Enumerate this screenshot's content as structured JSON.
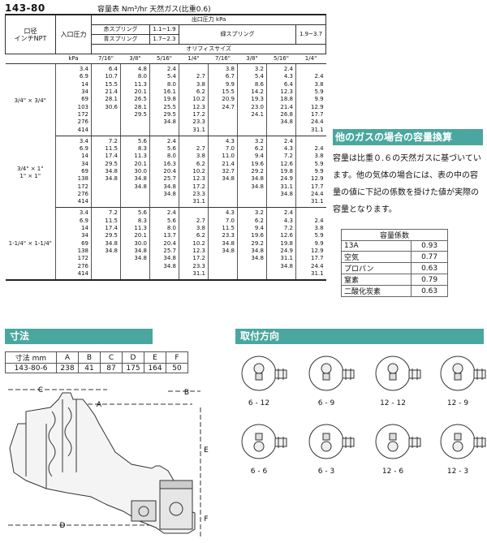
{
  "model": "143-80",
  "capacity_title": "容量表  Nm³/hr 天然ガス(比重0.6)",
  "table": {
    "h_bore": "口径\nインチNPT",
    "h_inlet": "入口圧力",
    "h_outlet": "出口圧力  kPa",
    "h_red_spring": "赤スプリング",
    "h_red_range": "1.1~1.9",
    "h_green_spring": "緑スプリング",
    "h_green_range": "1.9~3.7",
    "h_blue_spring": "青スプリング",
    "h_blue_range": "1.7~2.3",
    "h_orifice": "オリフィスサイズ",
    "unit": "kPa",
    "orifices": [
      "7/16\"",
      "3/8\"",
      "5/16\"",
      "1/4\"",
      "7/16\"",
      "3/8\"",
      "5/16\"",
      "1/4\""
    ],
    "blocks": [
      {
        "size": "3/4\" × 3/4\"",
        "rows": [
          [
            "3.4",
            "6.4",
            "4.8",
            "2.4",
            "",
            "3.8",
            "3.2",
            "2.4",
            ""
          ],
          [
            "6.9",
            "10.7",
            "8.0",
            "5.4",
            "2.7",
            "6.7",
            "5.4",
            "4.3",
            "2.4"
          ],
          [
            "14",
            "15.5",
            "11.3",
            "8.0",
            "3.8",
            "9.9",
            "8.6",
            "6.4",
            "3.8"
          ],
          [
            "34",
            "21.4",
            "20.1",
            "16.1",
            "6.2",
            "15.5",
            "14.2",
            "12.3",
            "5.9"
          ],
          [
            "69",
            "28.1",
            "26.5",
            "19.8",
            "10.2",
            "20.9",
            "19.3",
            "18.8",
            "9.9"
          ],
          [
            "103",
            "30.6",
            "28.1",
            "25.5",
            "12.3",
            "24.7",
            "23.0",
            "21.4",
            "12.9"
          ],
          [
            "172",
            "",
            "29.5",
            "29.5",
            "17.2",
            "",
            "24.1",
            "26.8",
            "17.7"
          ],
          [
            "276",
            "",
            "",
            "34.8",
            "23.3",
            "",
            "",
            "34.8",
            "24.4"
          ],
          [
            "414",
            "",
            "",
            "",
            "31.1",
            "",
            "",
            "",
            "31.1"
          ]
        ]
      },
      {
        "size": "3/4\" × 1\"\n1\" × 1\"",
        "rows": [
          [
            "3.4",
            "7.2",
            "5.6",
            "2.4",
            "",
            "4.3",
            "3.2",
            "2.4",
            ""
          ],
          [
            "6.9",
            "11.5",
            "8.3",
            "5.6",
            "2.7",
            "7.0",
            "6.2",
            "4.3",
            "2.4"
          ],
          [
            "14",
            "17.4",
            "11.3",
            "8.0",
            "3.8",
            "11.0",
            "9.4",
            "7.2",
            "3.8"
          ],
          [
            "34",
            "29.5",
            "20.1",
            "16.3",
            "6.2",
            "21.4",
            "19.6",
            "12.6",
            "5.9"
          ],
          [
            "69",
            "34.8",
            "30.0",
            "20.4",
            "10.2",
            "32.7",
            "29.2",
            "19.8",
            "9.9"
          ],
          [
            "138",
            "34.8",
            "34.8",
            "25.7",
            "12.3",
            "34.8",
            "34.8",
            "24.9",
            "12.9"
          ],
          [
            "172",
            "",
            "34.8",
            "34.8",
            "17.2",
            "",
            "34.8",
            "31.1",
            "17.7"
          ],
          [
            "276",
            "",
            "",
            "34.8",
            "23.3",
            "",
            "",
            "34.8",
            "24.4"
          ],
          [
            "414",
            "",
            "",
            "",
            "31.1",
            "",
            "",
            "",
            "31.1"
          ]
        ]
      },
      {
        "size": "1-1/4\" × 1-1/4\"",
        "rows": [
          [
            "3.4",
            "7.2",
            "5.6",
            "2.4",
            "",
            "4.3",
            "3.2",
            "2.4",
            ""
          ],
          [
            "6.9",
            "11.5",
            "8.3",
            "5.6",
            "2.7",
            "7.0",
            "6.2",
            "4.3",
            "2.4"
          ],
          [
            "14",
            "17.4",
            "11.3",
            "8.0",
            "3.8",
            "11.5",
            "9.4",
            "7.2",
            "3.8"
          ],
          [
            "34",
            "29.5",
            "20.1",
            "13.7",
            "6.2",
            "23.3",
            "19.6",
            "12.6",
            "5.9"
          ],
          [
            "69",
            "34.8",
            "30.0",
            "20.4",
            "10.2",
            "34.8",
            "29.2",
            "19.8",
            "9.9"
          ],
          [
            "138",
            "34.8",
            "34.8",
            "25.7",
            "12.3",
            "34.8",
            "34.8",
            "24.9",
            "12.9"
          ],
          [
            "172",
            "",
            "34.8",
            "34.8",
            "17.2",
            "",
            "34.8",
            "31.1",
            "17.7"
          ],
          [
            "276",
            "",
            "",
            "34.8",
            "23.3",
            "",
            "",
            "34.8",
            "24.4"
          ],
          [
            "414",
            "",
            "",
            "",
            "31.1",
            "",
            "",
            "",
            "31.1"
          ]
        ]
      }
    ]
  },
  "conversion": {
    "title": "他のガスの場合の容量換算",
    "text": "容量は比重０.６の天然ガスに基づいています。他の気体の場合には、表の中の容量の値に下記の係数を掛けた値が実際の容量となります。",
    "coef_title": "容量係数",
    "gases": [
      {
        "name": "13A",
        "value": "0.93"
      },
      {
        "name": "空気",
        "value": "0.77"
      },
      {
        "name": "プロパン",
        "value": "0.63"
      },
      {
        "name": "窒素",
        "value": "0.79"
      },
      {
        "name": "二酸化炭素",
        "value": "0.63"
      }
    ]
  },
  "dimensions": {
    "title": "寸法",
    "header": [
      "寸法 mm",
      "A",
      "B",
      "C",
      "D",
      "E",
      "F"
    ],
    "row": [
      "143-80-6",
      "238",
      "41",
      "87",
      "175",
      "164",
      "50"
    ],
    "labels": {
      "a": "A",
      "b": "B",
      "c": "C",
      "d": "D",
      "e": "E",
      "f": "F"
    }
  },
  "mounting": {
    "title": "取付方向",
    "items": [
      "6 - 12",
      "6 - 9",
      "12 - 12",
      "12 - 9",
      "6 - 6",
      "6 - 3",
      "12 - 6",
      "12 - 3"
    ]
  },
  "colors": {
    "accent": "#4aa79f"
  }
}
